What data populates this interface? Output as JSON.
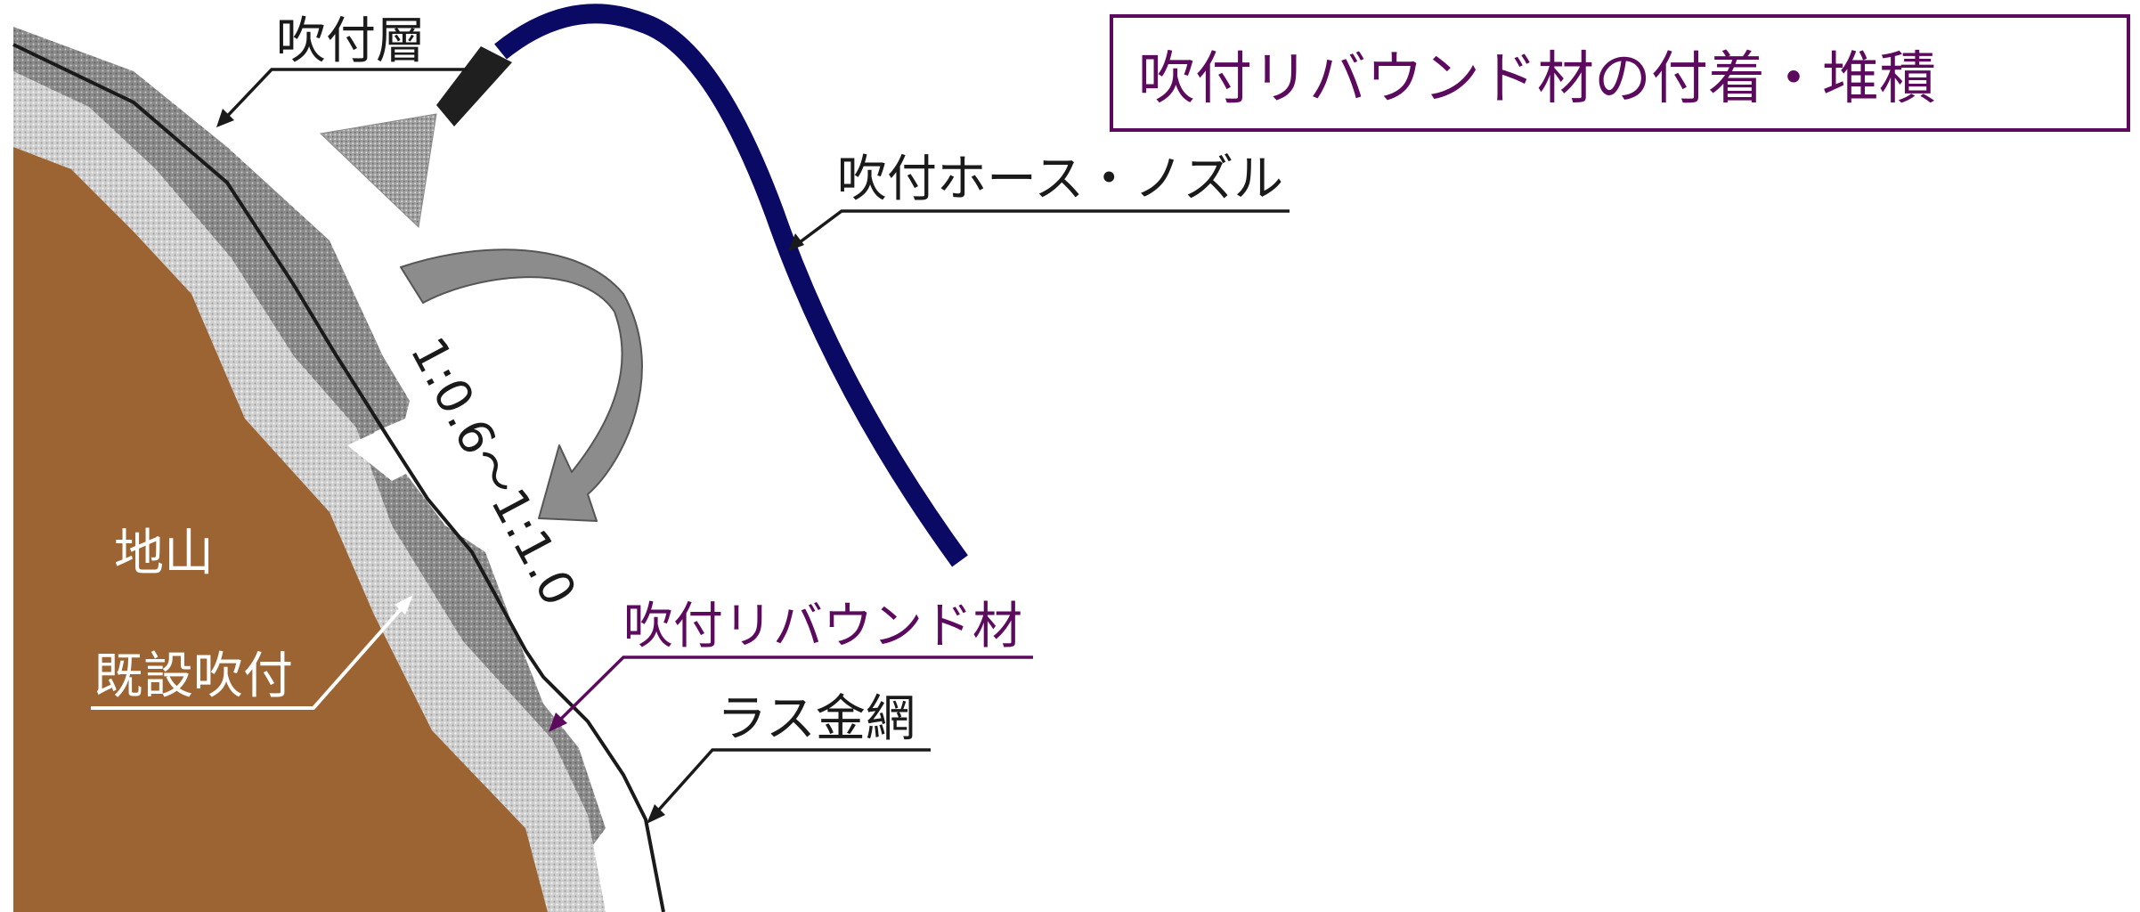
{
  "title": "吹付リバウンド材の付着・堆積",
  "labels": {
    "spray_layer": "吹付層",
    "hose_nozzle": "吹付ホース・ノズル",
    "ground": "地山",
    "existing_spray": "既設吹付",
    "slope": "1:0.6～1:1.0",
    "rebound": "吹付リバウンド材",
    "wire_mesh": "ラス金網"
  },
  "colors": {
    "ground": "#9b6432",
    "existing_spray": "#c4c4c4",
    "spray_layer": "#8a8a8a",
    "hose": "#0a0a64",
    "accent_purple": "#5c0a5e",
    "arrow_fill": "#8c8c8c"
  }
}
